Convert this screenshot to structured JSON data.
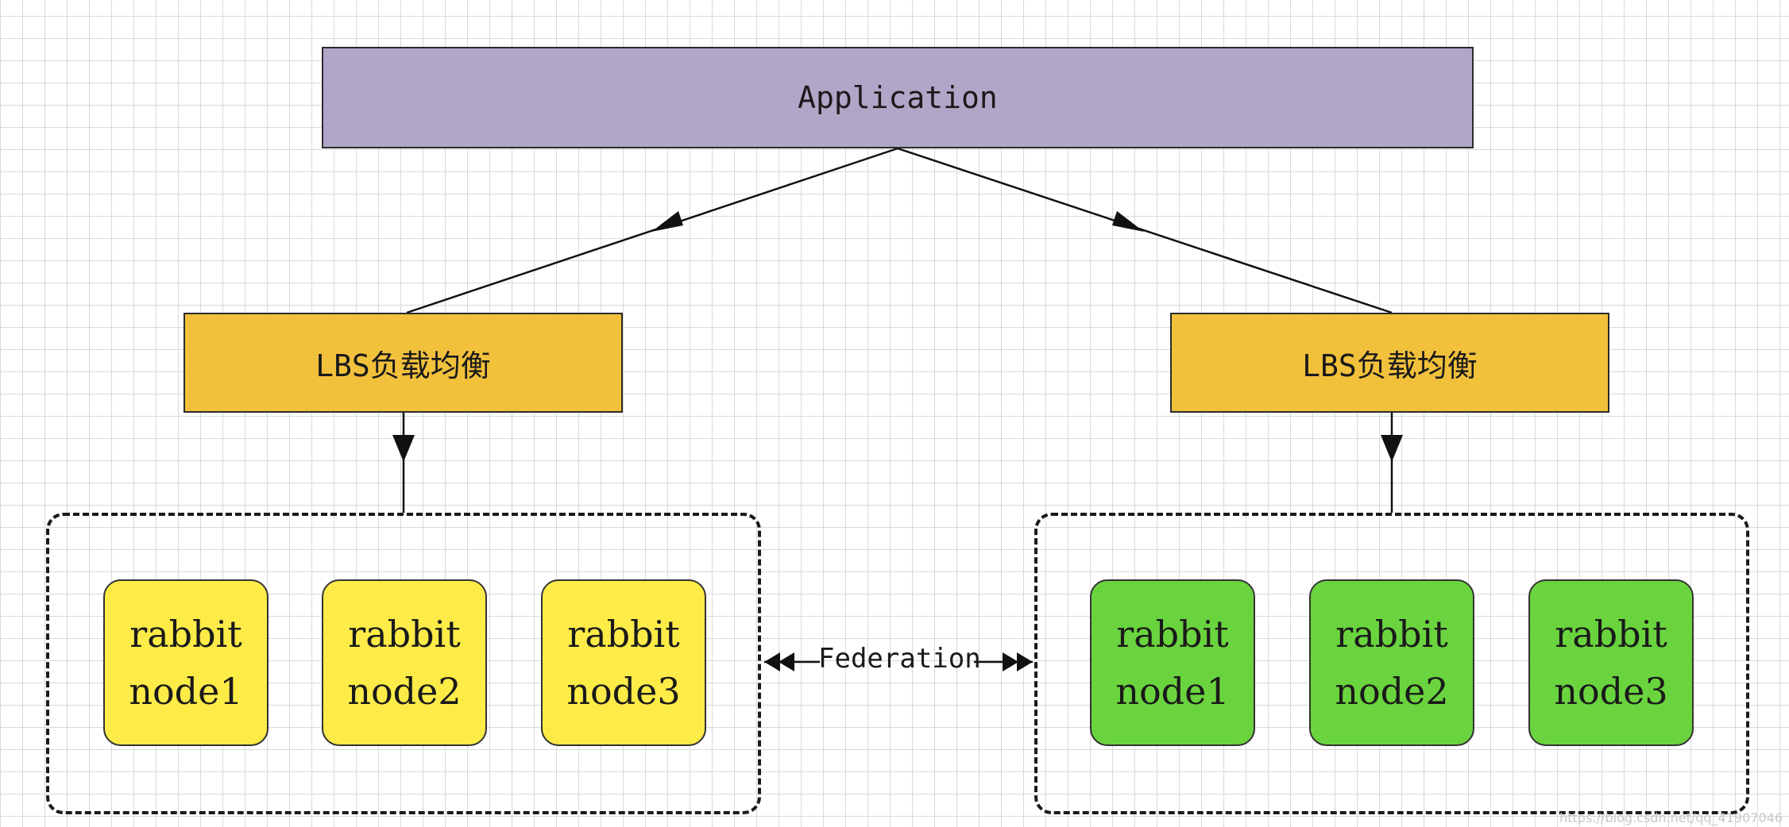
{
  "application": {
    "label": "Application"
  },
  "load_balancers": [
    {
      "label": "LBS负载均衡"
    },
    {
      "label": "LBS负载均衡"
    }
  ],
  "clusters": [
    {
      "color": "#fdec48",
      "nodes": [
        {
          "line1": "rabbit",
          "line2": "node1"
        },
        {
          "line1": "rabbit",
          "line2": "node2"
        },
        {
          "line1": "rabbit",
          "line2": "node3"
        }
      ]
    },
    {
      "color": "#6ad43e",
      "nodes": [
        {
          "line1": "rabbit",
          "line2": "node1"
        },
        {
          "line1": "rabbit",
          "line2": "node2"
        },
        {
          "line1": "rabbit",
          "line2": "node3"
        }
      ]
    }
  ],
  "federation": {
    "label": "Federation"
  },
  "colors": {
    "application": "#b1a6c8",
    "lbs": "#f2c13c",
    "yellow_node": "#fdec48",
    "green_node": "#6ad43e"
  },
  "watermark": "https://blog.csdn.net/qq_41907046"
}
